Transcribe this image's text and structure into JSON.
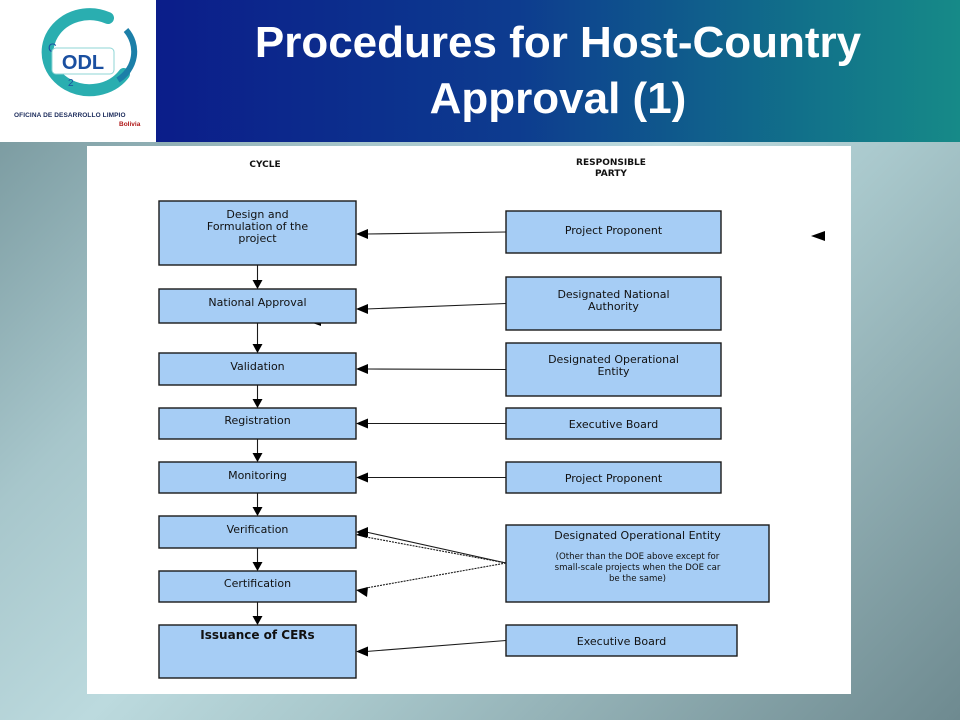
{
  "header": {
    "title_line_1": "Procedures for Host-Country",
    "title_line_2": "Approval (1)"
  },
  "logo": {
    "small_c": "C",
    "mark": "ODL",
    "small_2": "2",
    "caption": "OFICINA DE DESARROLLO LIMPIO",
    "country": "Bolivia"
  },
  "diagram": {
    "col_headers": {
      "cycle": "CYCLE",
      "party_line_1": "RESPONSIBLE",
      "party_line_2": "PARTY"
    },
    "cycle_steps": [
      {
        "lines": [
          "Design and",
          "Formulation of the",
          "project"
        ]
      },
      {
        "lines": [
          "National Approval"
        ]
      },
      {
        "lines": [
          "Validation"
        ]
      },
      {
        "lines": [
          "Registration"
        ]
      },
      {
        "lines": [
          "Monitoring"
        ]
      },
      {
        "lines": [
          "Verification"
        ]
      },
      {
        "lines": [
          "Certification"
        ]
      },
      {
        "lines": [
          "Issuance of CERs"
        ]
      }
    ],
    "parties": [
      {
        "lines": [
          "Project Proponent"
        ]
      },
      {
        "lines": [
          "Designated National",
          "Authority"
        ]
      },
      {
        "lines": [
          "Designated Operational",
          "Entity"
        ]
      },
      {
        "lines": [
          "Executive Board"
        ]
      },
      {
        "lines": [
          "Project Proponent"
        ]
      },
      {
        "lines": [
          "Designated Operational Entity"
        ],
        "note_lines": [
          "(Other than the DOE above except for",
          "small-scale projects when the DOE car",
          "be the same)"
        ]
      },
      {
        "lines": [
          "Executive Board"
        ]
      }
    ]
  },
  "colors": {
    "box_fill": "#a6cdf5",
    "title_bar_start": "#0b1d8a",
    "title_bar_end": "#168a88",
    "logo_ring": "#28b0b0"
  }
}
